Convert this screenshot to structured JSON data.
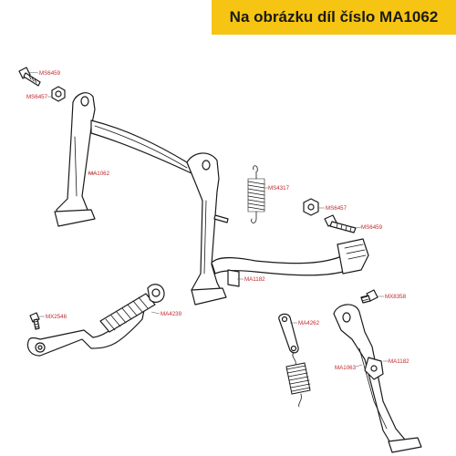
{
  "banner": {
    "text": "Na obrázku díl číslo MA1062",
    "color": "#f6c412"
  },
  "label_color": "#c0282d",
  "labels": {
    "ms6459_top": "MS6459",
    "ms6457_top": "MS6457",
    "ma1062": "MA1062",
    "ms4317": "MS4317",
    "ms6457_right": "MS6457",
    "ms6459_right": "MS6459",
    "ma1182_center": "MA1182",
    "mx8358": "MX8358",
    "mx2546": "MX2546",
    "ma4239": "MA4239",
    "ma4262": "MA4262",
    "ma1063": "MA1063",
    "ma1182_side": "MA1182"
  }
}
